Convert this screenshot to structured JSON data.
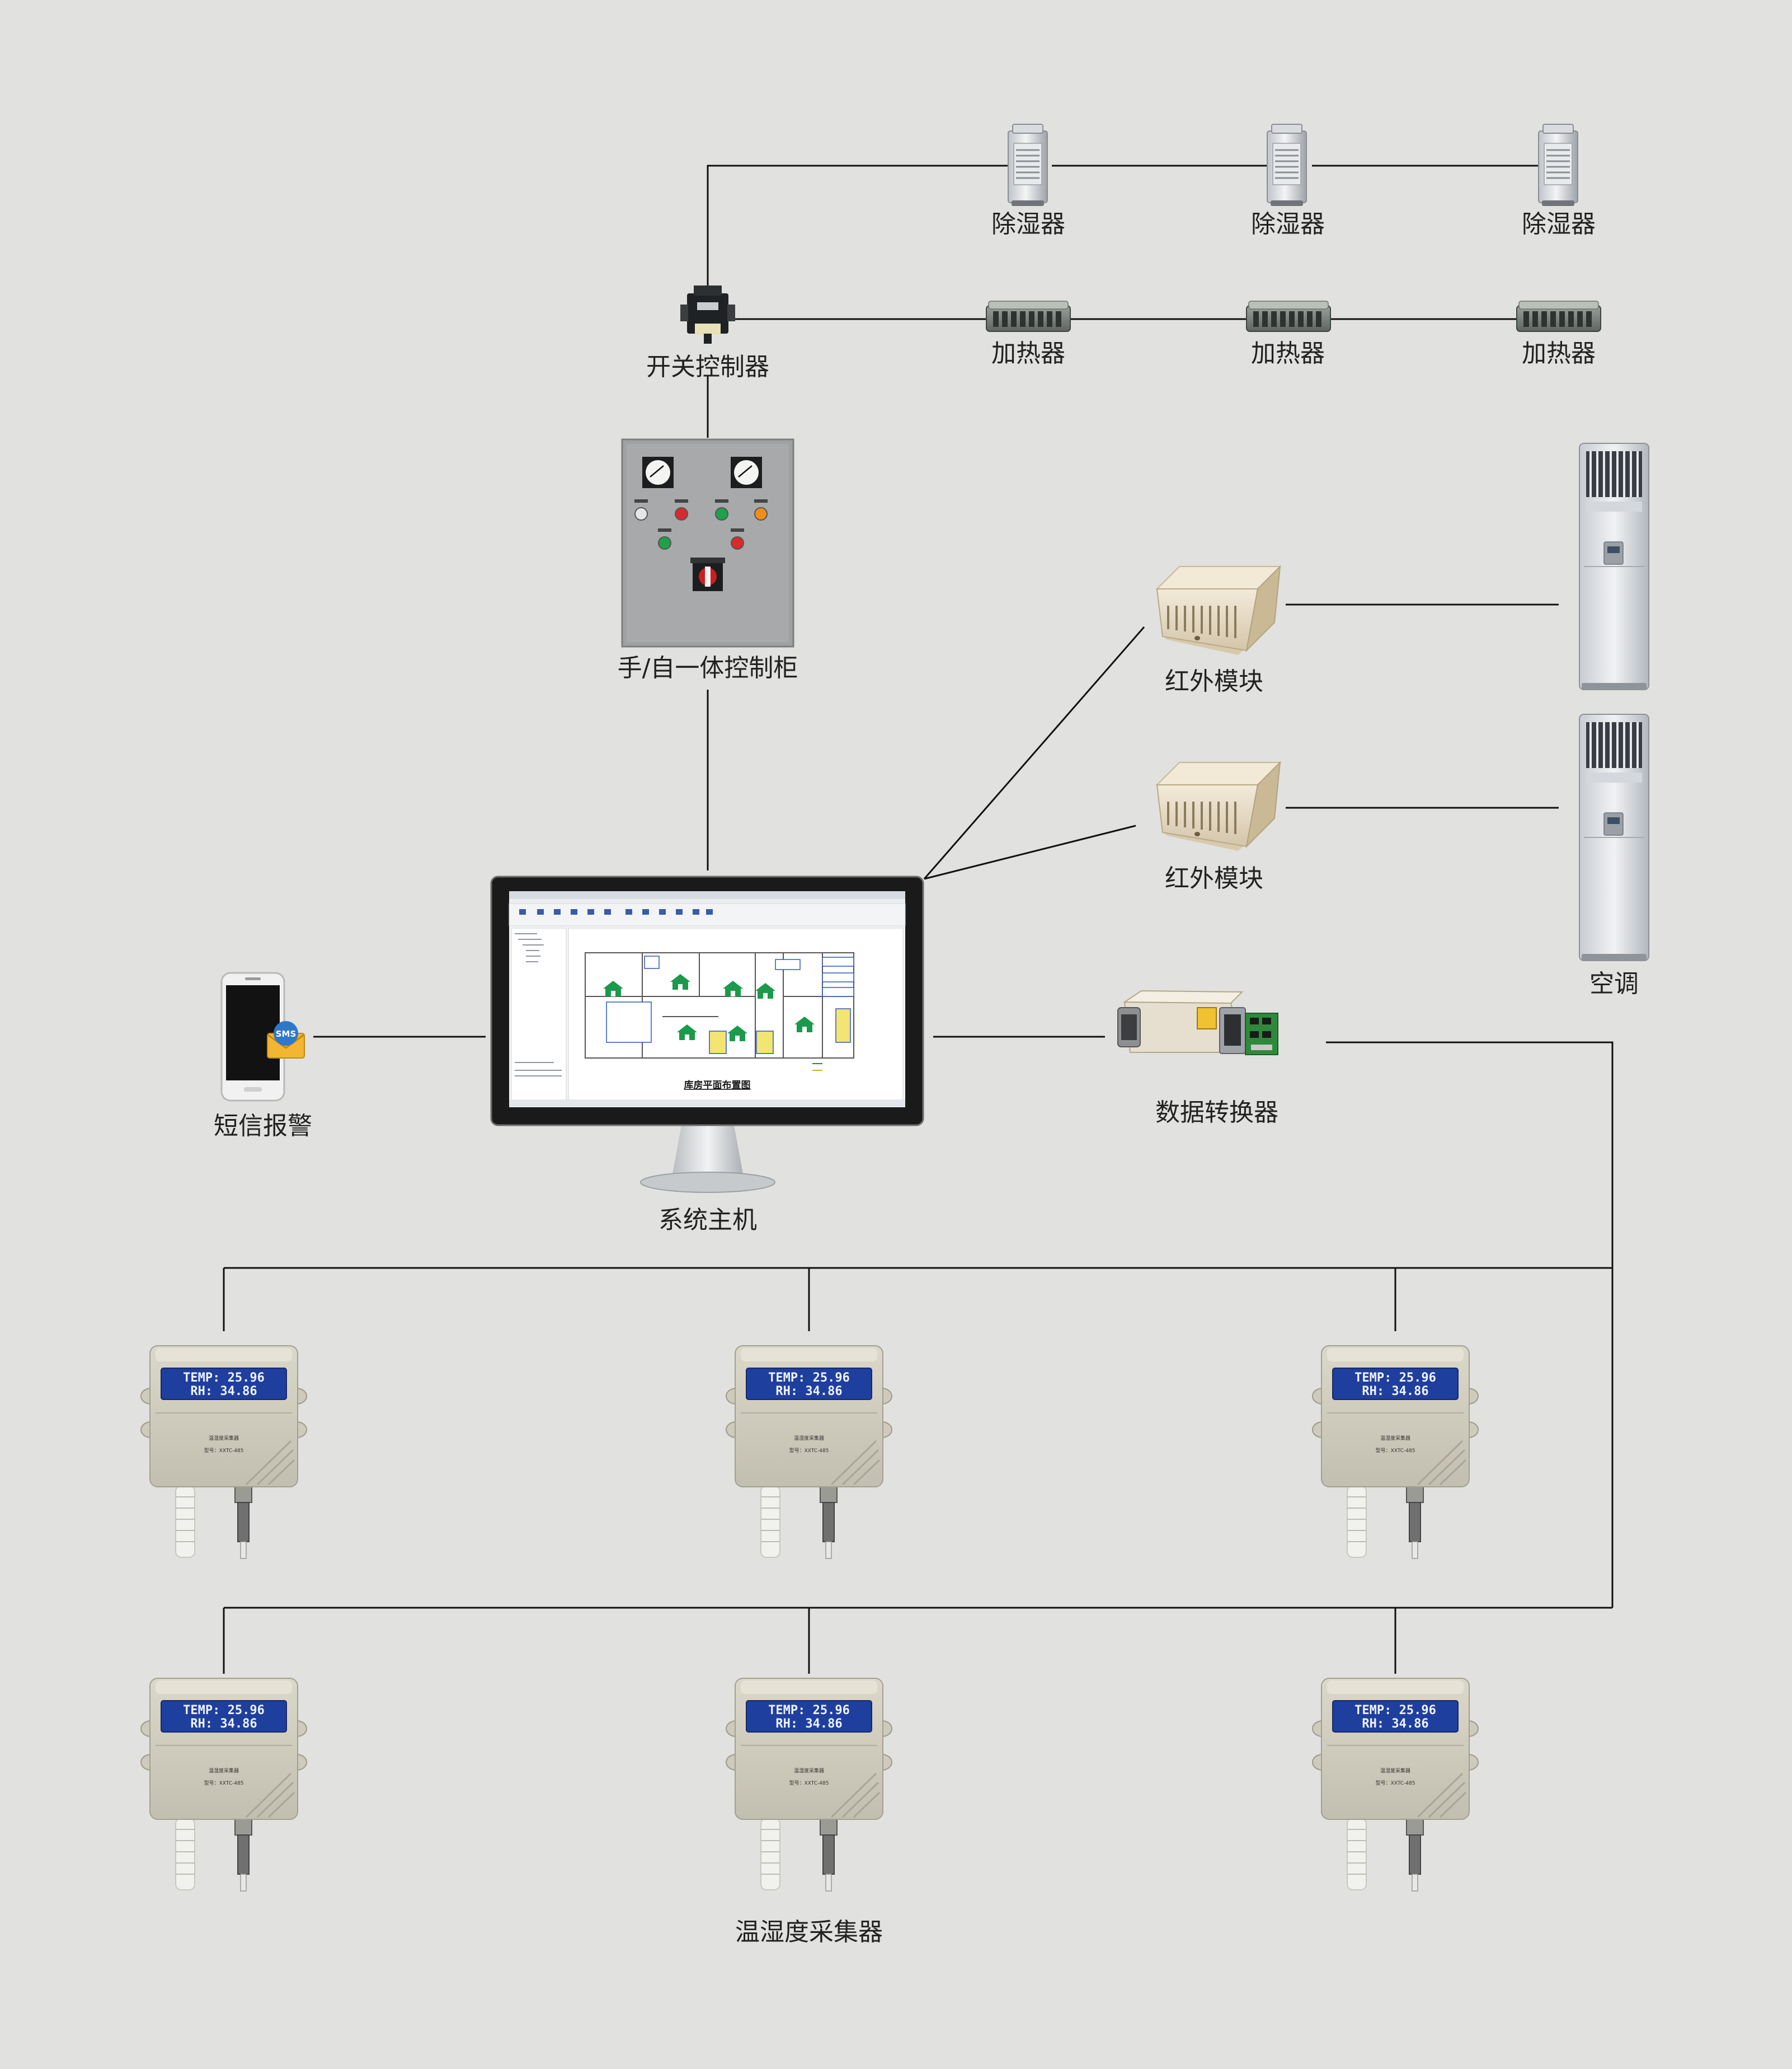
{
  "labels": {
    "dehumidifier": "除湿器",
    "heater": "加热器",
    "switch_controller": "开关控制器",
    "control_cabinet": "手/自一体控制柜",
    "ir_module": "红外模块",
    "air_conditioner": "空调",
    "data_converter": "数据转换器",
    "sms_alarm": "短信报警",
    "host": "系统主机",
    "sensor_group": "温湿度采集器"
  },
  "sensor": {
    "lcd_line1": "TEMP: 25.96",
    "lcd_line2": "RH: 34.86",
    "name": "温湿度采集器",
    "model": "型号：XXTC-485"
  },
  "phone": {
    "badge": "SMS"
  },
  "monitor": {
    "screen_title": "库房平面布置图"
  },
  "colors": {
    "background": "#e1e1df",
    "wire": "#111111",
    "lcd_blue": "#1f3f9e",
    "house_green": "#1a9a4a",
    "beige_device": "#e8dcc6"
  }
}
